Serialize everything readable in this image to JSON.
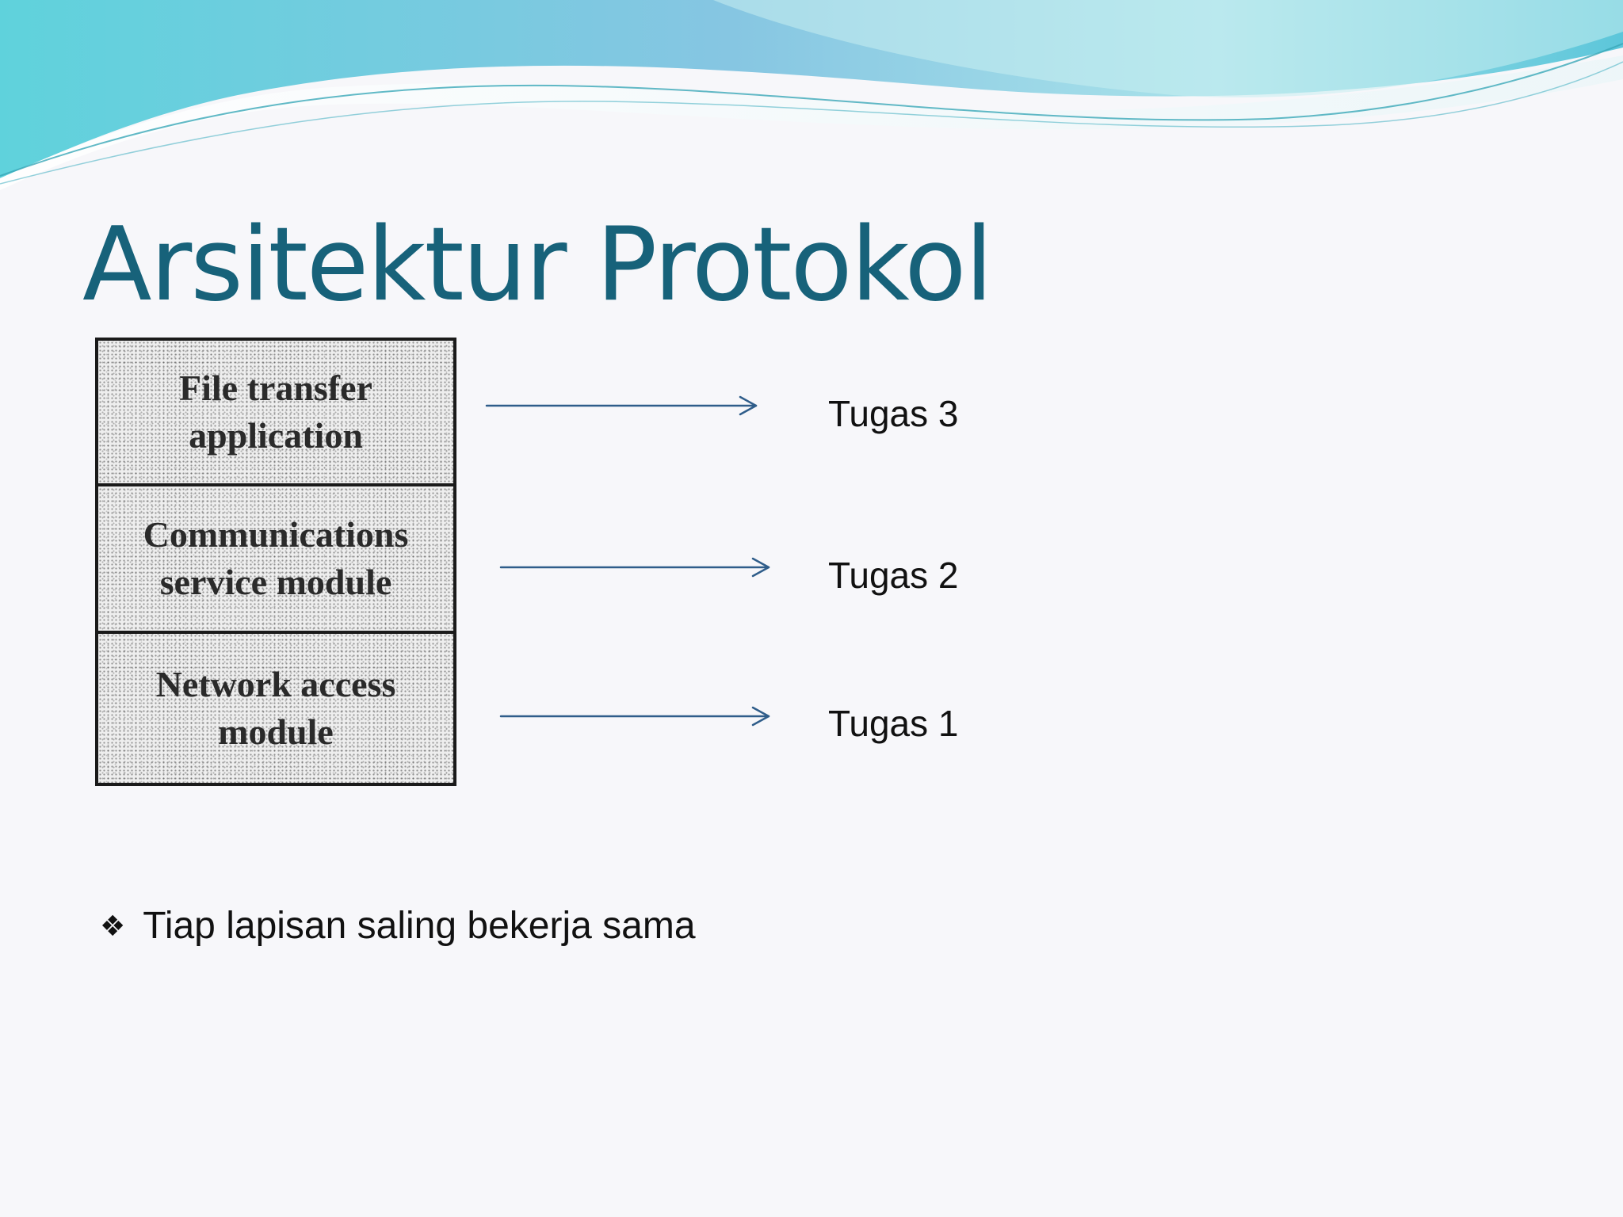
{
  "slide": {
    "title": "Arsitektur Protokol",
    "layers": [
      {
        "line1": "File transfer",
        "line2": "application"
      },
      {
        "line1": "Communications",
        "line2": "service module"
      },
      {
        "line1": "Network access",
        "line2": "module"
      }
    ],
    "tasks": [
      "Tugas 3",
      "Tugas 2",
      "Tugas 1"
    ],
    "bullet": {
      "icon": "diamond-bullet-icon",
      "glyph": "❖",
      "text": "Tiap lapisan saling bekerja sama"
    }
  },
  "colors": {
    "title": "#17627a",
    "arrow": "#2f5d8a",
    "wave_light": "#b7e8ec",
    "wave_mid": "#7fd0e0",
    "wave_dark": "#5fc4d6"
  }
}
